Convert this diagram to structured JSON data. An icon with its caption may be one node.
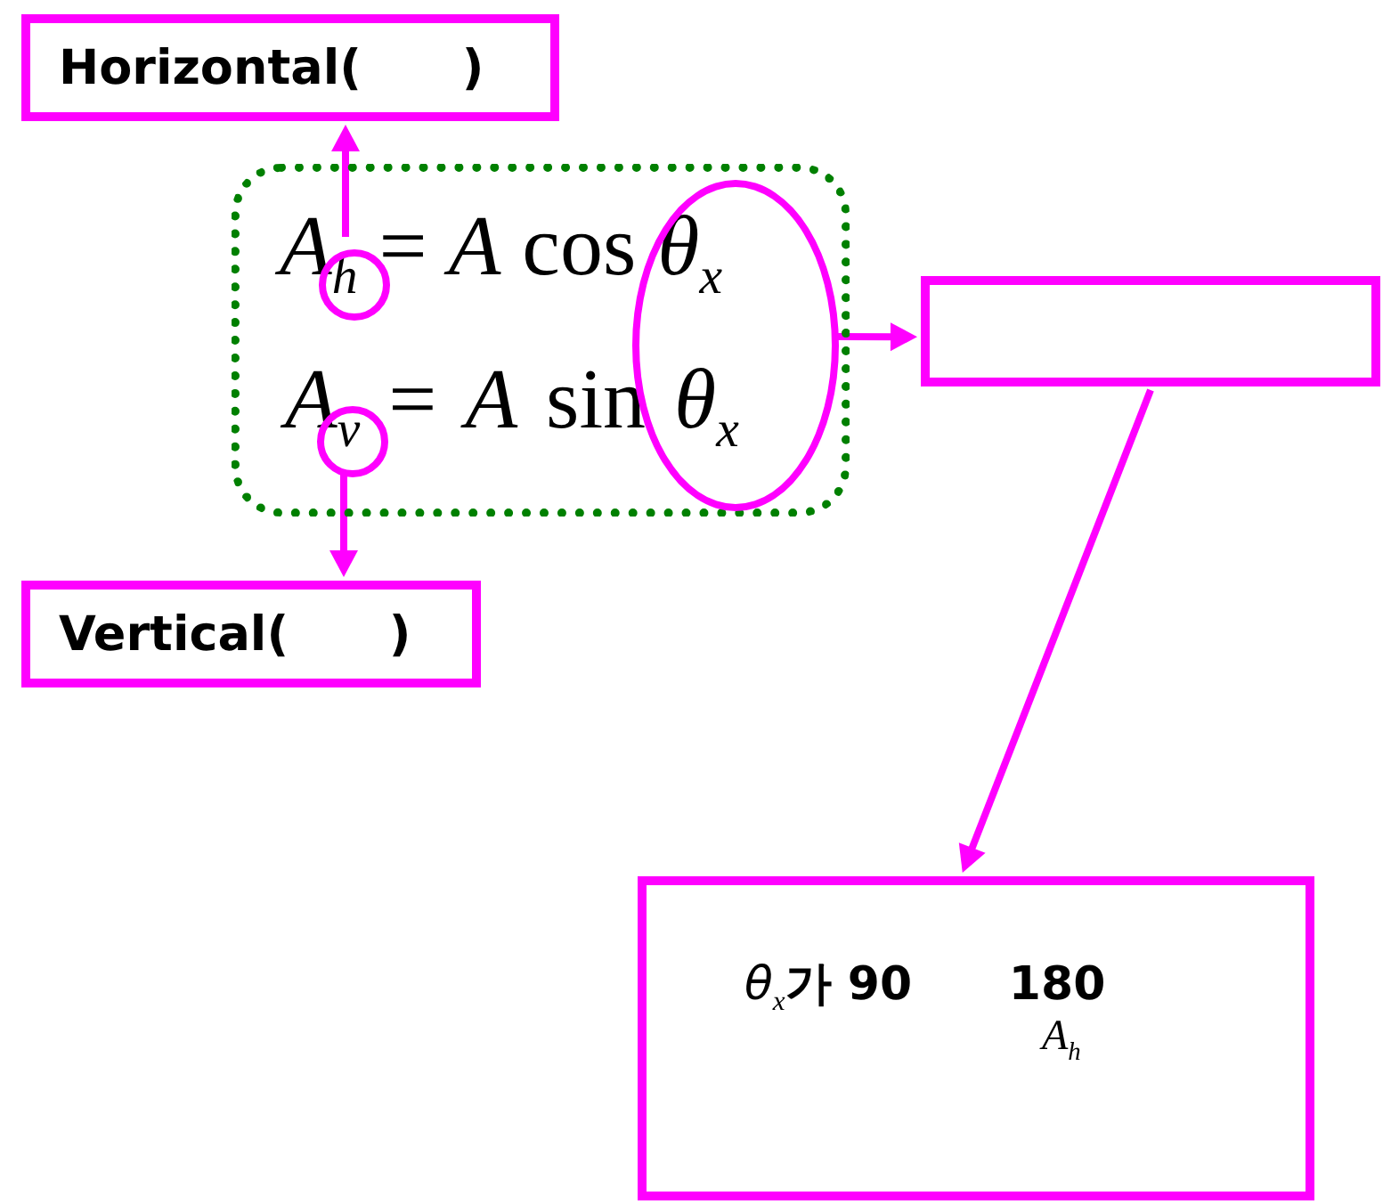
{
  "diagram": {
    "nodes": [
      {
        "text": [
          "Horizontal(      )"
        ]
      },
      {
        "text": [
          "*A*$_{h}$ = *A* cos *θ*$_{x}$",
          "*A*$_{v}$ = *A* sin *θ*$_{x}$"
        ]
      },
      {
        "text": [],
        "shape": "circle",
        "in": 1
      },
      {
        "text": [],
        "shape": "circle",
        "in": 1
      },
      {
        "text": [],
        "shape": "ellipse",
        "in": 1
      },
      {
        "text": [],
        "shape": "box"
      },
      {
        "text": [
          "Vertical(      )"
        ]
      },
      {
        "text": [
          "*θ*$_{x}$**가 90      180**",
          "*A*$_{h}$"
        ]
      }
    ],
    "edges": [
      {
        "from": 2,
        "to": 0,
        "arrow": "to"
      },
      {
        "from": 3,
        "to": 6,
        "arrow": "to"
      },
      {
        "from": 4,
        "to": 5,
        "arrow": "to"
      },
      {
        "from": 5,
        "to": 7,
        "arrow": "to"
      }
    ]
  }
}
